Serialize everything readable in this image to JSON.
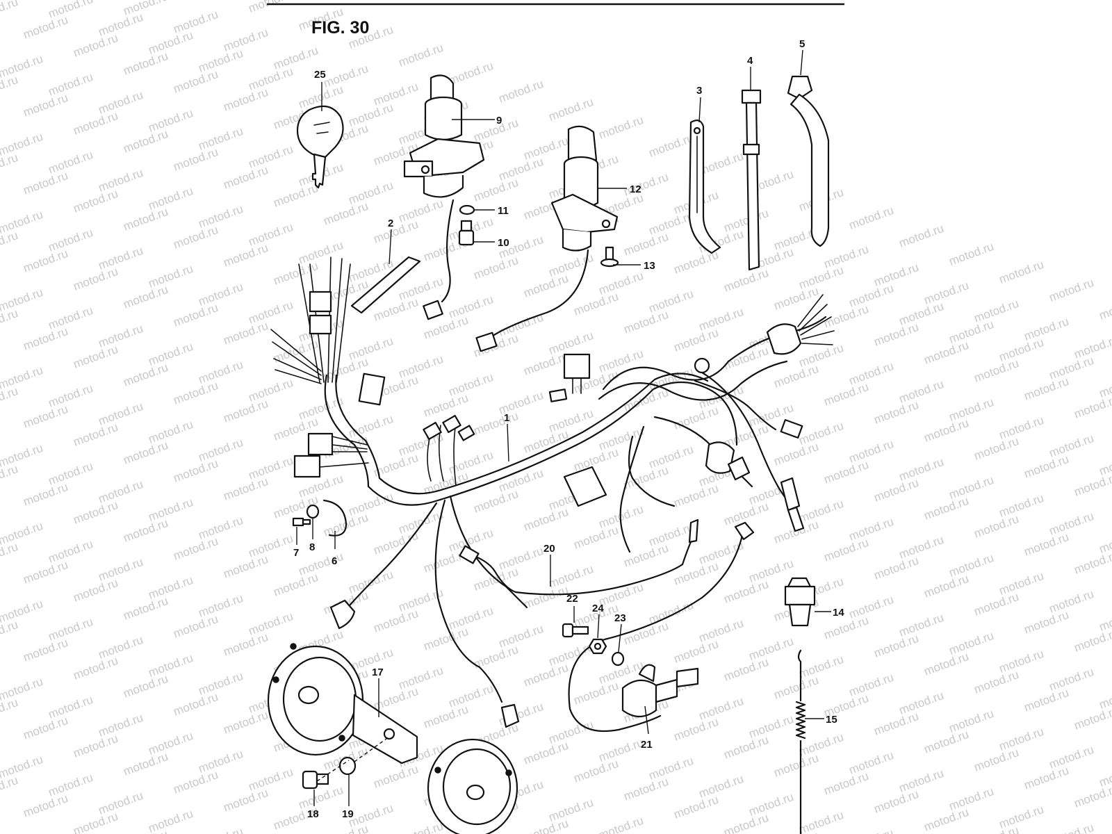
{
  "figure": {
    "title": "FIG. 30",
    "watermark_text": "motod.ru"
  },
  "callouts": [
    {
      "id": "1",
      "label": "1"
    },
    {
      "id": "2",
      "label": "2"
    },
    {
      "id": "3",
      "label": "3"
    },
    {
      "id": "4",
      "label": "4"
    },
    {
      "id": "5",
      "label": "5"
    },
    {
      "id": "6",
      "label": "6"
    },
    {
      "id": "7",
      "label": "7"
    },
    {
      "id": "8",
      "label": "8"
    },
    {
      "id": "9",
      "label": "9"
    },
    {
      "id": "10",
      "label": "10"
    },
    {
      "id": "11",
      "label": "11"
    },
    {
      "id": "12",
      "label": "12"
    },
    {
      "id": "13",
      "label": "13"
    },
    {
      "id": "14",
      "label": "14"
    },
    {
      "id": "15",
      "label": "15"
    },
    {
      "id": "17",
      "label": "17"
    },
    {
      "id": "18",
      "label": "18"
    },
    {
      "id": "19",
      "label": "19"
    },
    {
      "id": "20",
      "label": "20"
    },
    {
      "id": "21",
      "label": "21"
    },
    {
      "id": "22",
      "label": "22"
    },
    {
      "id": "23",
      "label": "23"
    },
    {
      "id": "24",
      "label": "24"
    },
    {
      "id": "25",
      "label": "25"
    }
  ],
  "colors": {
    "ink": "#111111",
    "paper": "#ffffff",
    "watermark": "#c8c8c8"
  }
}
